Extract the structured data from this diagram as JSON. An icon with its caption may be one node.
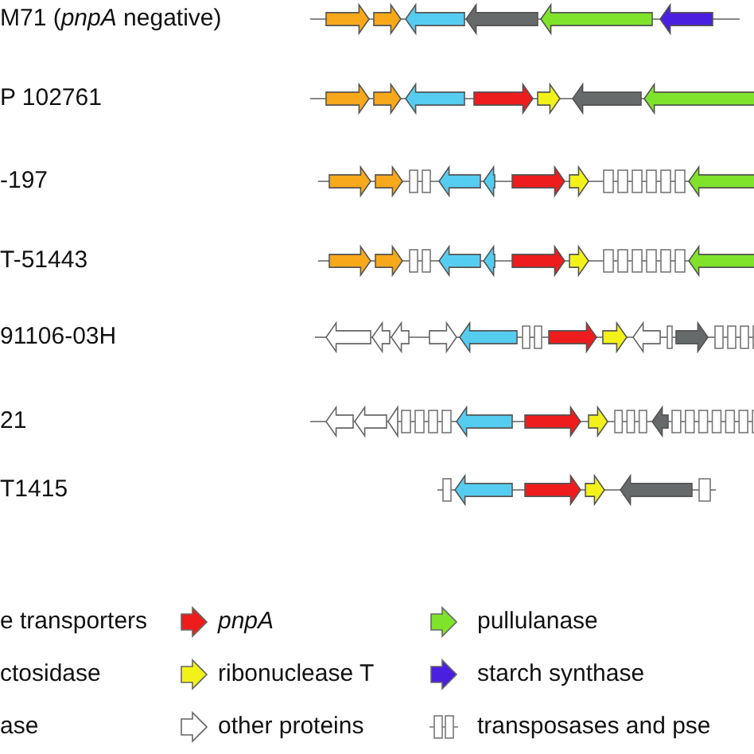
{
  "diagram": {
    "labels": [
      "M71 (*pnpA* negative)",
      "P 102761",
      "-197",
      "T-51443",
      "91106-03H",
      "21",
      "T1415"
    ],
    "legend": [
      {
        "text": "e transporters"
      },
      {
        "text": "pnpA",
        "color": "#ee1c1c"
      },
      {
        "text": "pullulanase",
        "color": "#7fe32b"
      },
      {
        "text": "ctosidase"
      },
      {
        "text": "ribonuclease T",
        "color": "#f2f21a"
      },
      {
        "text": "starch synthase",
        "color": "#4a1fe0"
      },
      {
        "text": "ase"
      },
      {
        "text": "other proteins"
      },
      {
        "text": "transposases and pse"
      }
    ]
  }
}
